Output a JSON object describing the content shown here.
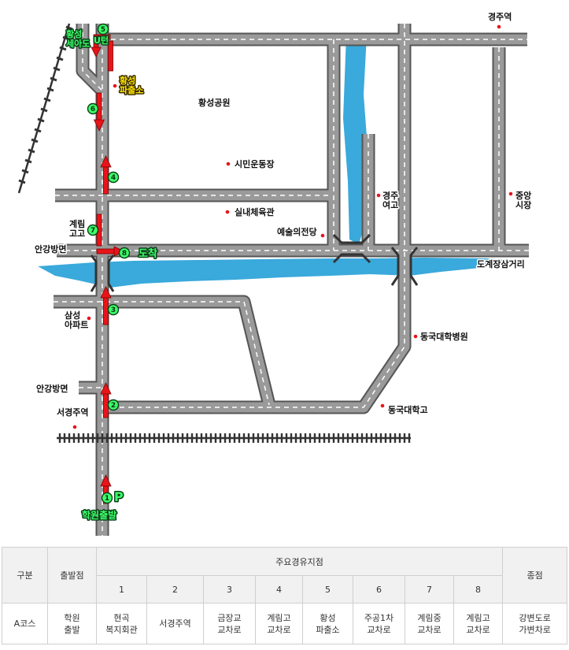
{
  "map": {
    "roads_color": "#8a8a8a",
    "water_color": "#3aa9db",
    "route_color": "#e8141a",
    "labels": {
      "gyeongju_station": "경주역",
      "hwangseong_park": "황성공원",
      "citizen_stadium": "시민운동장",
      "indoor_gym": "실내체육관",
      "arts_center": "예술의전당",
      "gyeongju_girls_hs": "경주\n여고",
      "central_market": "중앙\n시장",
      "hwangseong_police": "황성\n파출소",
      "hwangseong_three": "황성\n세아도",
      "u_turn": "U턴",
      "gyerim_hs": "계림\n고고",
      "arrival": "도착",
      "gangbyeon_1": "안강방면",
      "gangbyeon_2": "안강방면",
      "dogye": "도계장삼거리",
      "samsung_apt": "삼성\n아파트",
      "dongguk_hospital": "동국대학병원",
      "dongguk_hs": "동국대학고",
      "seogyeongju_station": "서경주역",
      "academy_departure": "학원출발",
      "parking": "P"
    },
    "markers": [
      "①",
      "②",
      "③",
      "④",
      "⑤",
      "⑥",
      "⑦",
      "⑧"
    ]
  },
  "table": {
    "header": {
      "division": "구분",
      "departure": "출발점",
      "waypoints": "주요경유지점",
      "destination": "종점",
      "numbers": [
        "1",
        "2",
        "3",
        "4",
        "5",
        "6",
        "7",
        "8"
      ]
    },
    "rows": [
      {
        "course": "A코스",
        "departure": "학원\n출발",
        "waypoints": [
          "현곡\n복지회관",
          "서경주역",
          "금장교\n교차로",
          "계림고\n교차로",
          "황성\n파출소",
          "주공1차\n교차로",
          "계림중\n교차로",
          "계림고\n교차로"
        ],
        "destination": "강변도로\n가변차로"
      }
    ]
  }
}
